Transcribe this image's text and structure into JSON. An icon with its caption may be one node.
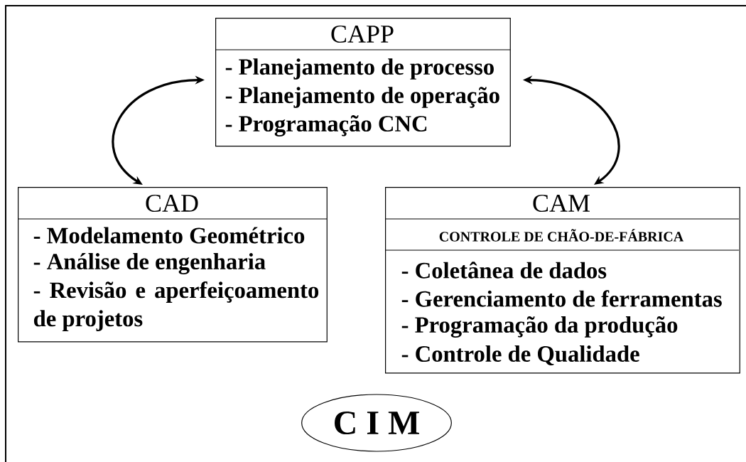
{
  "diagram": {
    "nodes": [
      {
        "text": [
          "CAPP",
          "- Planejamento de processo",
          "- Planejamento de operação",
          "- Programação CNC"
        ]
      },
      {
        "text": [
          "CAD",
          "- Modelamento Geométrico",
          "- Análise de engenharia",
          "- Revisão e aperfeiçoamento de projetos"
        ]
      },
      {
        "text": [
          "CAM",
          "CONTROLE DE CHÃO-DE-FÁBRICA",
          "- Coletânea de dados",
          "- Gerenciamento de ferramentas",
          "- Programação da produção",
          "- Controle de Qualidade"
        ]
      },
      {
        "text": [
          "C I M"
        ]
      }
    ],
    "edges": [
      {
        "from": 0,
        "to": 1,
        "arrow": "both"
      },
      {
        "from": 0,
        "to": 2,
        "arrow": "both"
      }
    ]
  }
}
